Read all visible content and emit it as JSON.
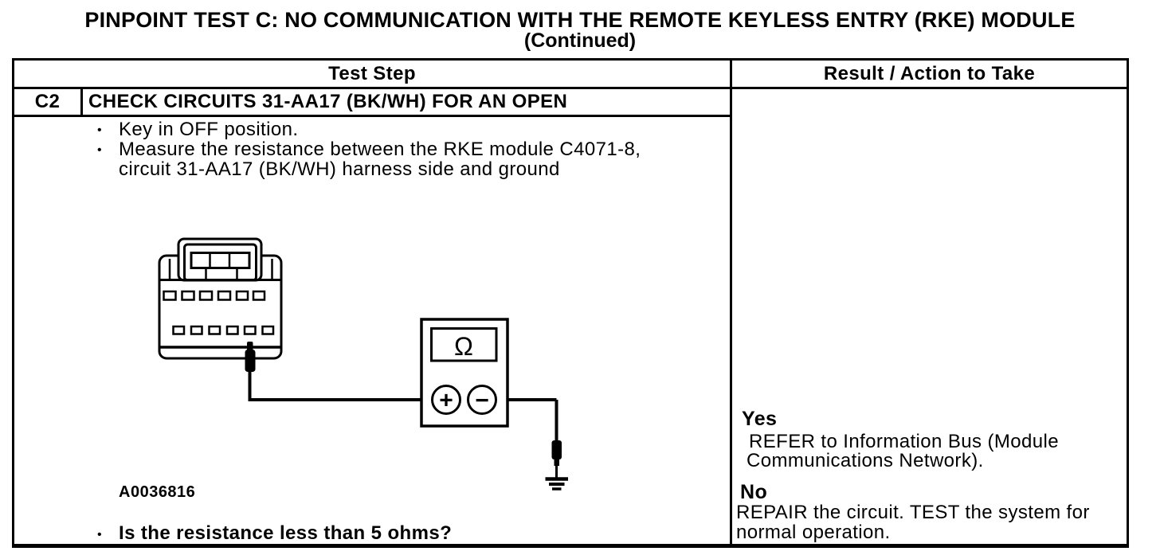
{
  "page_title": {
    "line1": "PINPOINT TEST C: NO COMMUNICATION WITH THE REMOTE KEYLESS ENTRY (RKE) MODULE",
    "line2": "(Continued)"
  },
  "glyphs": {
    "bullet": "•"
  },
  "table": {
    "headers": {
      "test_step": "Test Step",
      "result_action": "Result / Action to Take"
    },
    "step": {
      "id": "C2",
      "title": "CHECK CIRCUITS 31-AA17 (BK/WH) FOR AN OPEN",
      "bullets": [
        [
          "Key in OFF position."
        ],
        [
          "Measure the resistance between the RKE module C4071-8,",
          "circuit 31-AA17 (BK/WH) harness side and ground"
        ]
      ],
      "figure_label": "A0036816",
      "question": "Is the resistance less than 5 ohms?"
    },
    "results": [
      {
        "answer": "Yes",
        "action_lines": [
          "REFER to Information Bus (Module",
          "Communications Network)."
        ]
      },
      {
        "answer": "No",
        "action_lines": [
          "REPAIR the circuit. TEST the system for",
          "normal operation."
        ]
      }
    ]
  },
  "diagram": {
    "meter_display_symbol": "Ω",
    "positive_jack_symbol": "+",
    "negative_jack_symbol": "−"
  }
}
